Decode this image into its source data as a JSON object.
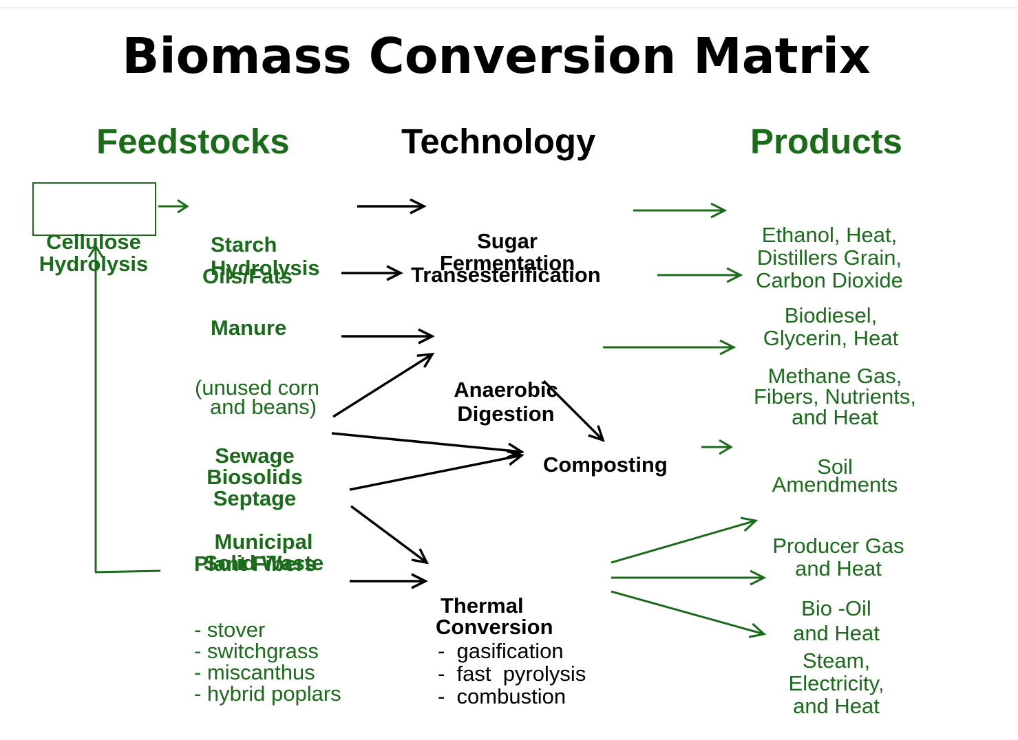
{
  "title": "Biomass Conversion Matrix",
  "headers": {
    "feedstocks": "Feedstocks",
    "technology": "Technology",
    "products": "Products"
  },
  "colors": {
    "green": "#1a6b1a",
    "black": "#000000"
  },
  "feedstocks": {
    "cellulose": [
      "Cellulose",
      "Hydrolysis"
    ],
    "starch": [
      "Starch",
      "Hydrolysis"
    ],
    "oils": "Oils/Fats",
    "manure": {
      "label": "Manure",
      "note": [
        "(unused corn",
        "and beans)"
      ]
    },
    "sewage": [
      "Sewage",
      "Biosolids",
      "Septage"
    ],
    "msw": [
      "Municipal",
      "Solid Waste"
    ],
    "plant": {
      "label": "Plant Fibers",
      "items": [
        "- stover",
        "- switchgrass",
        "- miscanthus",
        "- hybrid poplars"
      ]
    }
  },
  "technology": {
    "sugar": [
      "Sugar",
      "Fermentation"
    ],
    "trans": "Transesterification",
    "anaerobic": [
      "Anaerobic",
      "Digestion"
    ],
    "composting": "Composting",
    "thermal": {
      "label": [
        "Thermal",
        "Conversion"
      ],
      "items": [
        "-  gasification",
        "-  fast  pyrolysis",
        "-  combustion"
      ]
    }
  },
  "products": {
    "ethanol": [
      "Ethanol, Heat,",
      "Distillers Grain,",
      "Carbon Dioxide"
    ],
    "biodiesel": [
      "Biodiesel,",
      "Glycerin, Heat"
    ],
    "methane": [
      "Methane Gas,",
      "Fibers, Nutrients,",
      "and Heat"
    ],
    "soil": [
      "Soil",
      "Amendments"
    ],
    "producer": [
      "Producer Gas",
      "and Heat"
    ],
    "biooil": [
      "Bio -Oil",
      "and Heat"
    ],
    "steam": [
      "Steam,",
      "Electricity,",
      "and Heat"
    ]
  }
}
